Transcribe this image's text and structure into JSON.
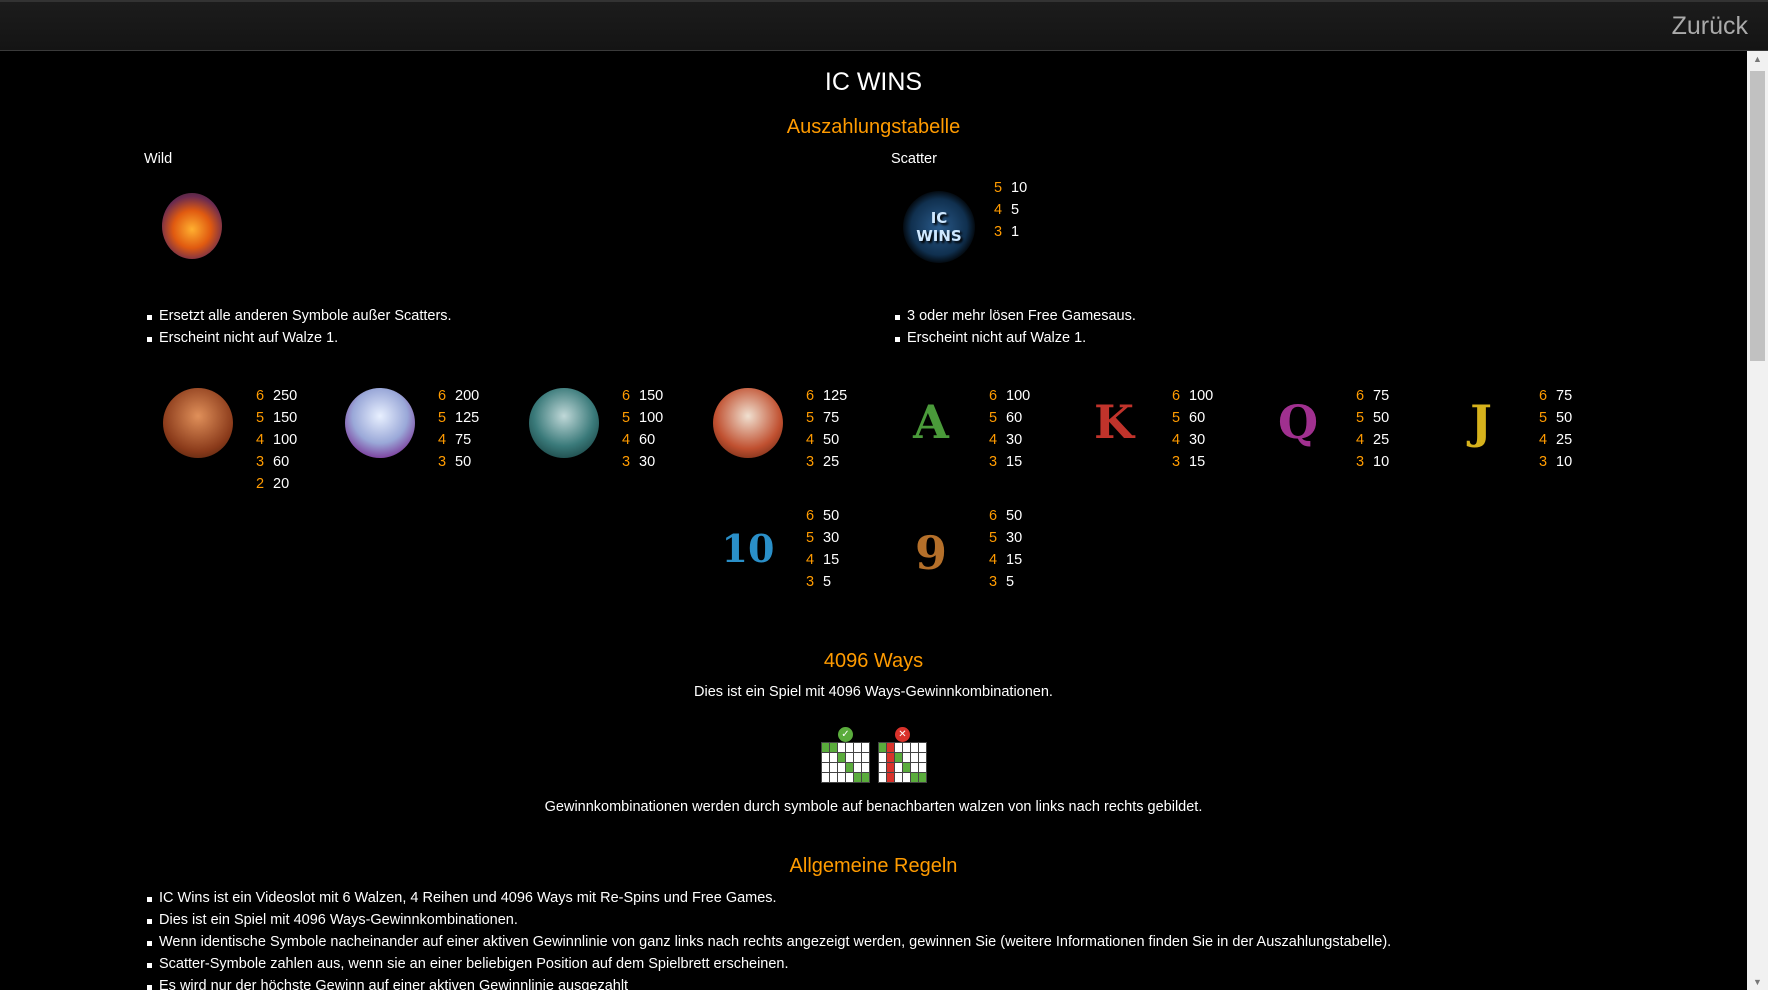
{
  "header": {
    "back_label": "Zurück"
  },
  "title": "IC WINS",
  "paytable": {
    "heading": "Auszahlungstabelle",
    "wild": {
      "label": "Wild",
      "icon": "campfire-wild-icon",
      "rules": [
        "Ersetzt alle anderen Symbole außer Scatters.",
        "Erscheint nicht auf Walze 1."
      ]
    },
    "scatter": {
      "label": "Scatter",
      "icon": "ic-wins-scatter-icon",
      "payouts": [
        [
          "5",
          "10"
        ],
        [
          "4",
          "5"
        ],
        [
          "3",
          "1"
        ]
      ],
      "rules": [
        "3 oder mehr lösen Free Gamesaus.",
        "Erscheint nicht auf Walze 1."
      ]
    },
    "symbols": [
      {
        "icon": "caveman-icon",
        "payouts": [
          [
            "6",
            "250"
          ],
          [
            "5",
            "150"
          ],
          [
            "4",
            "100"
          ],
          [
            "3",
            "60"
          ],
          [
            "2",
            "20"
          ]
        ]
      },
      {
        "icon": "polar-bear-icon",
        "payouts": [
          [
            "6",
            "200"
          ],
          [
            "5",
            "125"
          ],
          [
            "4",
            "75"
          ],
          [
            "3",
            "50"
          ]
        ]
      },
      {
        "icon": "wolf-icon",
        "payouts": [
          [
            "6",
            "150"
          ],
          [
            "5",
            "100"
          ],
          [
            "4",
            "60"
          ],
          [
            "3",
            "30"
          ]
        ]
      },
      {
        "icon": "snow-leopard-icon",
        "payouts": [
          [
            "6",
            "125"
          ],
          [
            "5",
            "75"
          ],
          [
            "4",
            "50"
          ],
          [
            "3",
            "25"
          ]
        ]
      },
      {
        "icon": "letter-a-icon",
        "glyph": "A",
        "color": "#4a9a3a",
        "payouts": [
          [
            "6",
            "100"
          ],
          [
            "5",
            "60"
          ],
          [
            "4",
            "30"
          ],
          [
            "3",
            "15"
          ]
        ]
      },
      {
        "icon": "letter-k-icon",
        "glyph": "K",
        "color": "#c0332b",
        "payouts": [
          [
            "6",
            "100"
          ],
          [
            "5",
            "60"
          ],
          [
            "4",
            "30"
          ],
          [
            "3",
            "15"
          ]
        ]
      },
      {
        "icon": "letter-q-icon",
        "glyph": "Q",
        "color": "#a0308f",
        "payouts": [
          [
            "6",
            "75"
          ],
          [
            "5",
            "50"
          ],
          [
            "4",
            "25"
          ],
          [
            "3",
            "10"
          ]
        ]
      },
      {
        "icon": "letter-j-icon",
        "glyph": "J",
        "color": "#d6b21c",
        "payouts": [
          [
            "6",
            "75"
          ],
          [
            "5",
            "50"
          ],
          [
            "4",
            "25"
          ],
          [
            "3",
            "10"
          ]
        ]
      },
      {
        "icon": "number-10-icon",
        "glyph": "10",
        "color": "#2a8fc8",
        "payouts": [
          [
            "6",
            "50"
          ],
          [
            "5",
            "30"
          ],
          [
            "4",
            "15"
          ],
          [
            "3",
            "5"
          ]
        ]
      },
      {
        "icon": "number-9-icon",
        "glyph": "9",
        "color": "#b5702a",
        "payouts": [
          [
            "6",
            "50"
          ],
          [
            "5",
            "30"
          ],
          [
            "4",
            "15"
          ],
          [
            "3",
            "5"
          ]
        ]
      }
    ]
  },
  "ways": {
    "heading": "4096 Ways",
    "intro": "Dies ist ein Spiel mit 4096 Ways-Gewinnkombinationen.",
    "explanation": "Gewinnkombinationen werden durch symbole auf benachbarten walzen von links nach rechts gebildet.",
    "valid_icon": "checkmark-icon",
    "invalid_icon": "cross-icon"
  },
  "rules": {
    "heading": "Allgemeine Regeln",
    "items": [
      "IC Wins ist ein Videoslot mit 6 Walzen, 4 Reihen und 4096 Ways mit Re-Spins und Free Games.",
      "Dies ist ein Spiel mit 4096 Ways-Gewinnkombinationen.",
      "Wenn identische Symbole nacheinander auf einer aktiven Gewinnlinie von ganz links nach rechts angezeigt werden, gewinnen Sie (weitere Informationen finden Sie in der Auszahlungstabelle).",
      "Scatter-Symbole zahlen aus, wenn sie an einer beliebigen Position auf dem Spielbrett erscheinen.",
      "Es wird nur der höchste Gewinn auf einer aktiven Gewinnlinie ausgezahlt"
    ]
  },
  "colors": {
    "accent": "#ff9b00",
    "background": "#000000"
  }
}
